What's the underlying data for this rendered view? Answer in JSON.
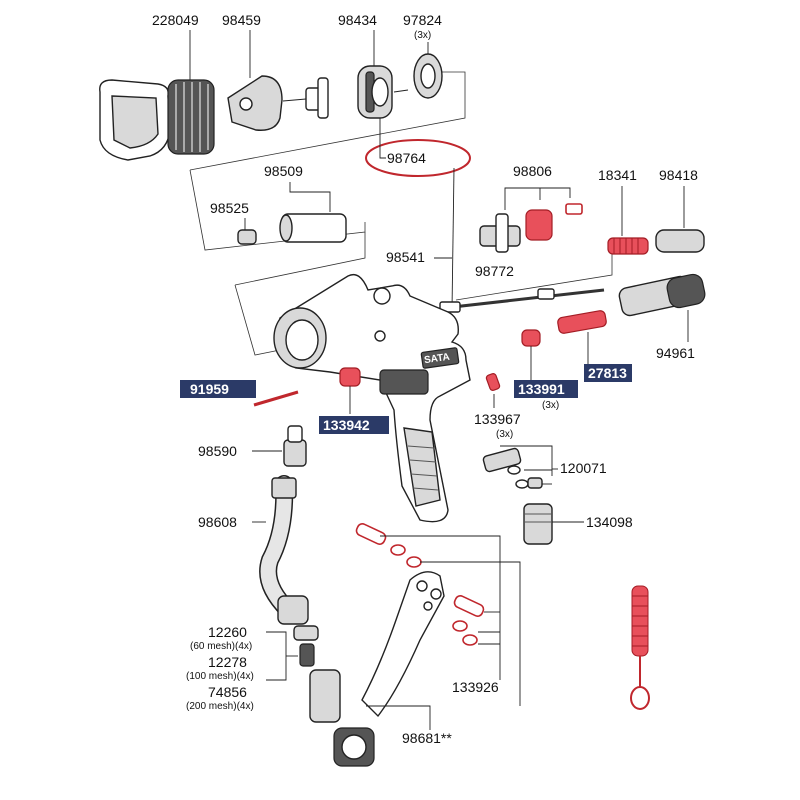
{
  "labels": {
    "p228049": "228049",
    "p98459": "98459",
    "p98434": "98434",
    "p97824": "97824",
    "p97824_qty": "(3x)",
    "p98764": "98764",
    "p98509": "98509",
    "p98525": "98525",
    "p98806": "98806",
    "p18341": "18341",
    "p98418": "98418",
    "p98541": "98541",
    "p98772": "98772",
    "p94961": "94961",
    "p91959": "91959",
    "p133991": "133991",
    "p27813": "27813",
    "p133991_qty": "(3x)",
    "p133942": "133942",
    "p133967": "133967",
    "p133967_qty": "(3x)",
    "p98590": "98590",
    "p120071": "120071",
    "p98608": "98608",
    "p134098": "134098",
    "p12260": "12260",
    "p12260_mesh": "(60 mesh)(4x)",
    "p12278": "12278",
    "p12278_mesh": "(100 mesh)(4x)",
    "p74856": "74856",
    "p74856_mesh": "(200 mesh)(4x)",
    "p133926": "133926",
    "p98681": "98681**"
  },
  "brand_mark": "SATA",
  "colors": {
    "highlight_bg": "#2b3a67",
    "highlight_text": "#ffffff",
    "circle": "#c0272d",
    "red_part": "#c0272d"
  },
  "icons": [
    "spray-gun-exploded-view"
  ]
}
